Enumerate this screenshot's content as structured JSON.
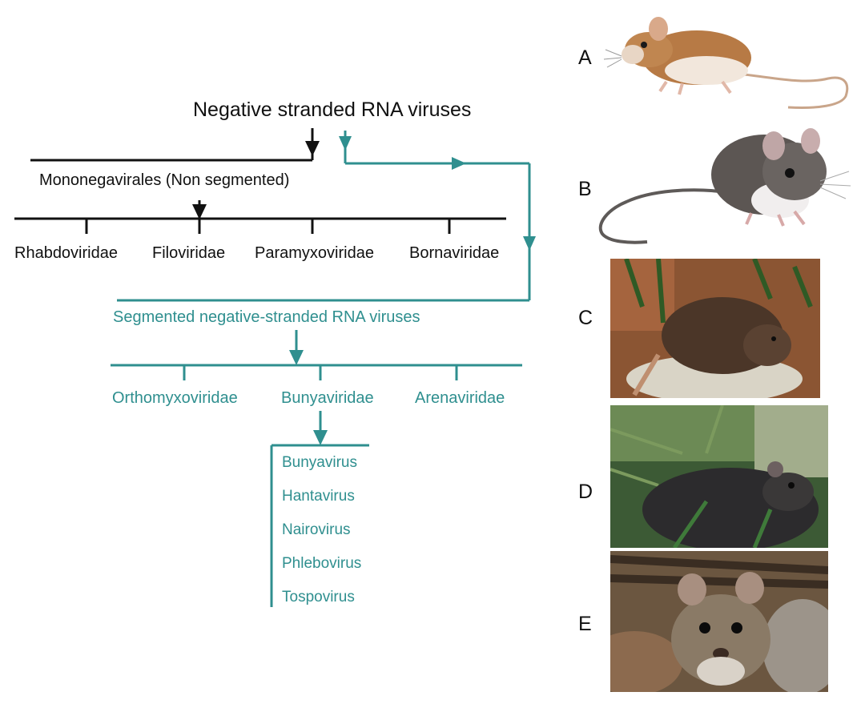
{
  "colors": {
    "black": "#111111",
    "teal": "#2f8f8f"
  },
  "diagram": {
    "root_label": "Negative stranded RNA viruses",
    "mono_label": "Mononegavirales (Non segmented)",
    "mono_families": [
      "Rhabdoviridae",
      "Filoviridae",
      "Paramyxoviridae",
      "Bornaviridae"
    ],
    "seg_label": "Segmented negative-stranded RNA viruses",
    "seg_families": [
      "Orthomyxoviridae",
      "Bunyaviridae",
      "Arenaviridae"
    ],
    "bunya_genera": [
      "Bunyavirus",
      "Hantavirus",
      "Nairovirus",
      "Phlebovirus",
      "Tospovirus"
    ]
  },
  "panels": [
    {
      "letter": "A",
      "icon": "pale-brown-long-tailed-mouse-illustration"
    },
    {
      "letter": "B",
      "icon": "grey-mouse-illustration"
    },
    {
      "letter": "C",
      "icon": "rodent-on-rock-photo"
    },
    {
      "letter": "D",
      "icon": "dark-rat-in-grass-photo"
    },
    {
      "letter": "E",
      "icon": "deer-mouse-frontal-photo"
    }
  ]
}
